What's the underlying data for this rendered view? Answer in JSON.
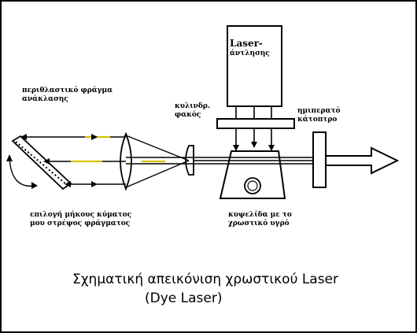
{
  "labels": {
    "grating": [
      "περιθλαστικό φράγμα",
      "ανάκλασης"
    ],
    "wavelength_select": [
      "επιλογή μήκους κύματος",
      "μου στρέψος φράγματος"
    ],
    "cyl_lens": [
      "κυλινδρ.",
      "φακός"
    ],
    "pump_laser": [
      "Laser-",
      "άντλησης"
    ],
    "mirror": [
      "ημιπερατό",
      "κάτοπτρο"
    ],
    "cuvette": [
      "κυψελίδα με το",
      "χρωστικό υγρό"
    ]
  },
  "caption": {
    "line1": "Σχηματική απεικόνιση χρωστικού Laser",
    "line2": "(Dye Laser)"
  },
  "colors": {
    "beam_highlight": "#d9c400",
    "ink": "#000000"
  }
}
